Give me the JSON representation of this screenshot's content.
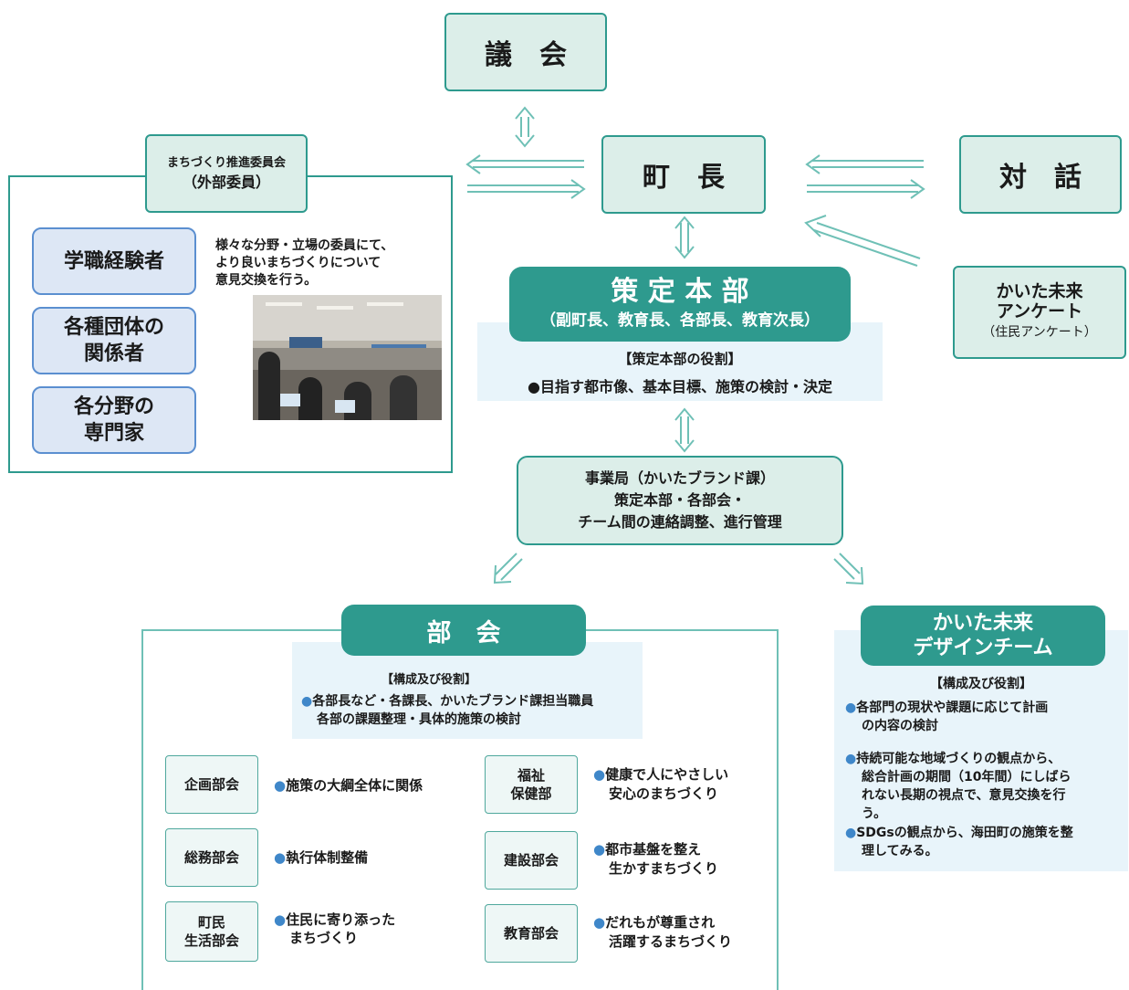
{
  "nodes": {
    "gikai": "議　会",
    "chocho": "町　長",
    "taiwa": "対　話",
    "survey": {
      "line1": "かいた未来",
      "line2": "アンケート",
      "line3": "（住民アンケート）"
    },
    "committee": {
      "title1": "まちづくり推進委員会",
      "title2": "（外部委員）"
    }
  },
  "committee_members": [
    {
      "l1": "学職経験者",
      "l2": ""
    },
    {
      "l1": "各種団体の",
      "l2": "関係者"
    },
    {
      "l1": "各分野の",
      "l2": "専門家"
    }
  ],
  "committee_desc": [
    "様々な分野・立場の委員にて、",
    "より良いまちづくりについて",
    "意見交換を行う。"
  ],
  "honbu": {
    "title": "策 定 本 部",
    "members": "（副町長、教育長、各部長、教育次長）",
    "role_title": "【策定本部の役割】",
    "role": "●目指す都市像、基本目標、施策の検討・決定"
  },
  "jimukyoku": [
    "事業局（かいたブランド課）",
    "策定本部・各部会・",
    "チーム間の連絡調整、進行管理"
  ],
  "bukai": {
    "title": "部　会",
    "role_title": "【構成及び役割】",
    "role_1": "各部長など・各課長、かいたブランド課担当職員",
    "role_2": "各部の課題整理・具体的施策の検討",
    "left": [
      {
        "name1": "企画部会",
        "name2": "",
        "desc1": "施策の大綱全体に関係",
        "desc2": ""
      },
      {
        "name1": "総務部会",
        "name2": "",
        "desc1": "執行体制整備",
        "desc2": ""
      },
      {
        "name1": "町民",
        "name2": "生活部会",
        "desc1": "住民に寄り添った",
        "desc2": "まちづくり"
      }
    ],
    "right": [
      {
        "name1": "福祉",
        "name2": "保健部",
        "desc1": "健康で人にやさしい",
        "desc2": "安心のまちづくり"
      },
      {
        "name1": "建設部会",
        "name2": "",
        "desc1": "都市基盤を整え",
        "desc2": "生かすまちづくり"
      },
      {
        "name1": "教育部会",
        "name2": "",
        "desc1": "だれもが尊重され",
        "desc2": "活躍するまちづくり"
      }
    ]
  },
  "team": {
    "title1": "かいた未来",
    "title2": "デザインチーム",
    "role_title": "【構成及び役割】",
    "items": [
      [
        "各部門の現状や課題に応じて計画",
        "の内容の検討"
      ],
      [
        "持続可能な地域づくりの観点から、",
        "総合計画の期間（10年間）にしばら",
        "れない長期の視点で、意見交換を行",
        "う。"
      ],
      [
        "SDGsの観点から、海田町の施策を整",
        "理してみる。"
      ]
    ]
  },
  "colors": {
    "teal": "#2e9a8e",
    "light_teal": "#dceee9",
    "blue_border": "#5b8fd0",
    "blue_fill": "#dde7f5",
    "pale_blue": "#e8f4fa",
    "bullet": "#3f87c9"
  }
}
